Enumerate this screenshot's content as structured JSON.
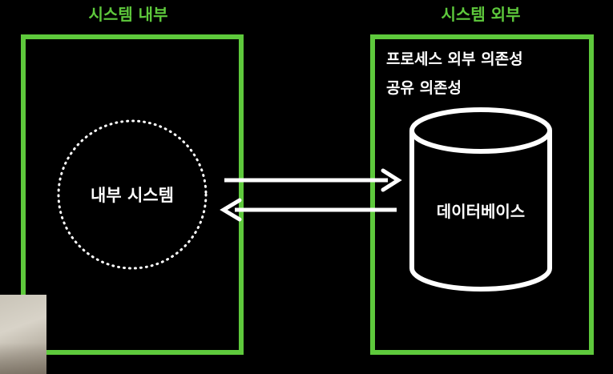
{
  "regions": {
    "inside": {
      "title": "시스템 내부"
    },
    "outside": {
      "title": "시스템 외부"
    }
  },
  "notes": {
    "process_dependency": "프로세스 외부 의존성",
    "shared_dependency": "공유 의존성"
  },
  "nodes": {
    "internal_system": "내부 시스템",
    "database": "데이터베이스"
  },
  "colors": {
    "background": "#000000",
    "region_border": "#5ec93c",
    "region_title": "#5ec93c",
    "text": "#ffffff",
    "shapes": "#ffffff"
  }
}
